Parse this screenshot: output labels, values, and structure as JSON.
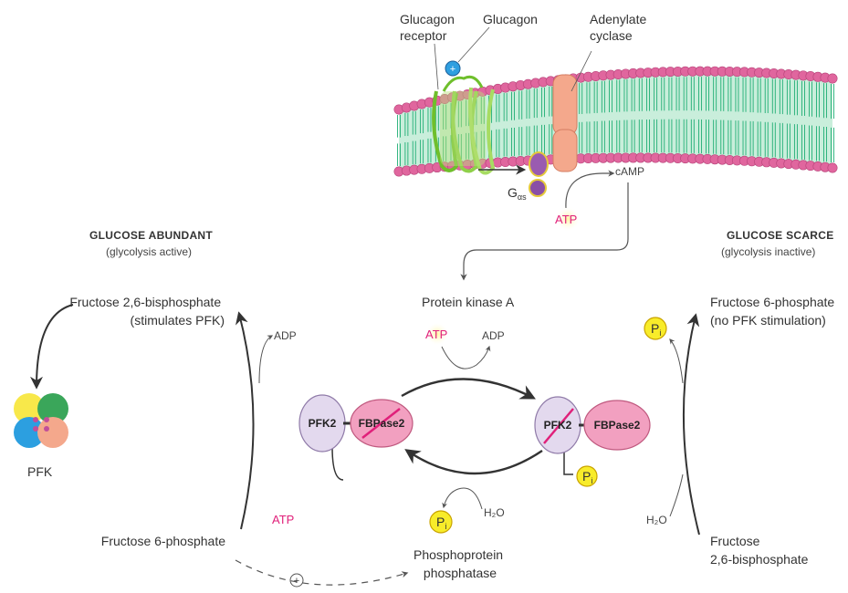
{
  "membrane": {
    "glucagon_receptor": [
      "Glucagon",
      "receptor"
    ],
    "glucagon": "Glucagon",
    "adenylate_cyclase": [
      "Adenylate",
      "cyclase"
    ],
    "g_protein": "G",
    "g_protein_sub": "αs",
    "atp": "ATP",
    "camp": "cAMP"
  },
  "left": {
    "heading": "GLUCOSE ABUNDANT",
    "subheading": "(glycolysis active)",
    "f26bp": [
      "Fructose 2,6-bisphosphate",
      "(stimulates PFK)"
    ],
    "adp": "ADP",
    "atp": "ATP",
    "f6p": "Fructose 6-phosphate",
    "pfk": "PFK",
    "plus": "+"
  },
  "center": {
    "pka": "Protein kinase A",
    "atp": "ATP",
    "adp": "ADP",
    "pfk2": "PFK2",
    "fbpase2": "FBPase2",
    "h2o": "H₂O",
    "pi": "P",
    "pi_sub": "i",
    "phosphatase": [
      "Phosphoprotein",
      "phosphatase"
    ]
  },
  "right": {
    "heading": "GLUCOSE SCARCE",
    "subheading": "(glycolysis inactive)",
    "f6p": [
      "Fructose 6-phosphate",
      "(no PFK stimulation)"
    ],
    "h2o": "H₂O",
    "f26bp": [
      "Fructose",
      "2,6-bisphosphate"
    ],
    "pi": "P",
    "pi_sub": "i"
  },
  "colors": {
    "lipid_head": "#e0669e",
    "lipid_tail": "#1fae74",
    "membrane_core": "#bfe8d3",
    "receptor": "#8fd04a",
    "cyclase": "#f4a88c",
    "g_protein": "#9a5bb0",
    "pfk2": "#e3d9ee",
    "fbpase2": "#f2a0c0",
    "phosphate": "#f8ec2a",
    "pink_text": "#e0207a"
  }
}
